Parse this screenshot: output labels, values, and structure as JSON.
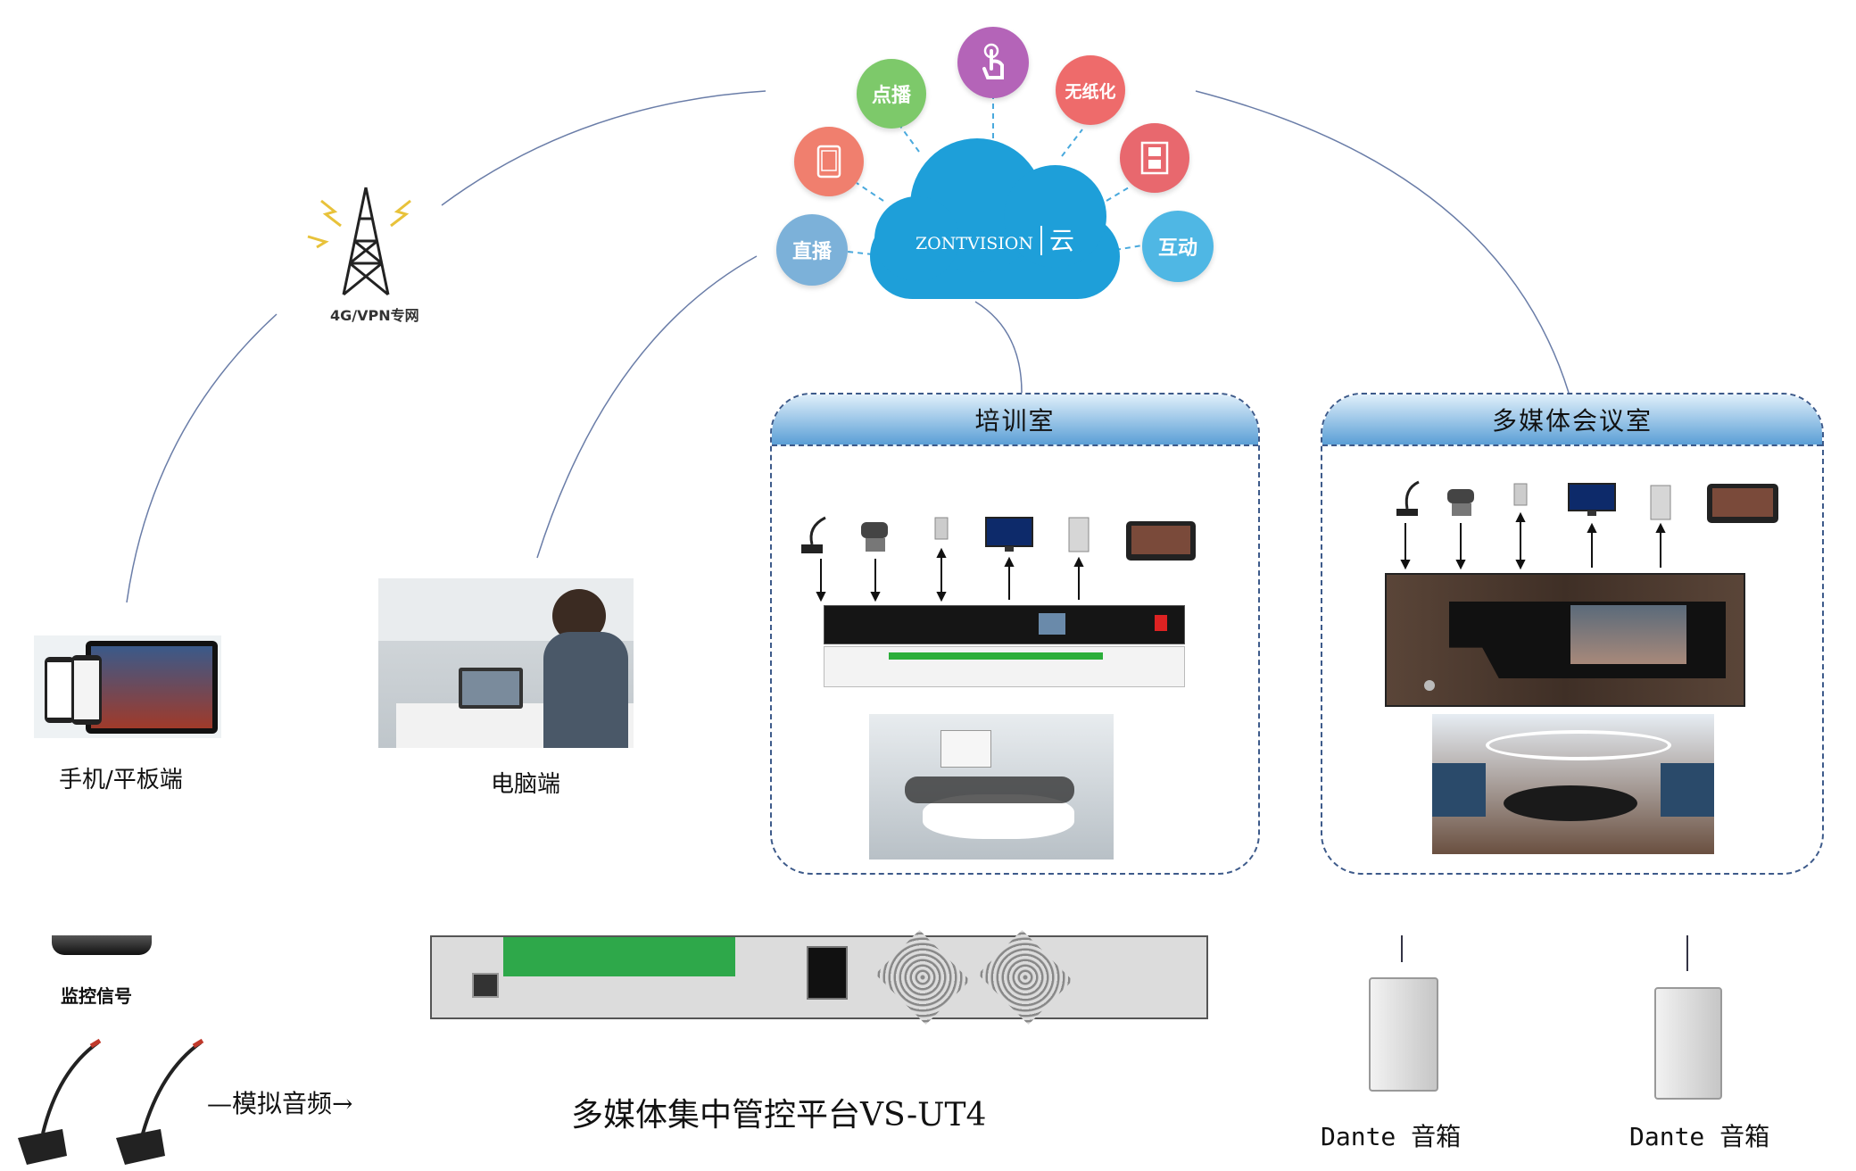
{
  "cloud": {
    "brand": "ZONTVISION",
    "brand_suffix": "云",
    "services": [
      {
        "label": "点播",
        "color": "#7dc96a",
        "icon": null
      },
      {
        "label": "",
        "color": "#b464b8",
        "icon": "touch-hand-icon"
      },
      {
        "label": "无纸化",
        "color": "#ee6b6b",
        "icon": null
      },
      {
        "label": "",
        "color": "#f07f6e",
        "icon": "tablet-icon"
      },
      {
        "label": "",
        "color": "#e8686e",
        "icon": "film-icon"
      },
      {
        "label": "直播",
        "color": "#7cb1d9",
        "icon": null
      },
      {
        "label": "互动",
        "color": "#4fb7e4",
        "icon": null
      }
    ]
  },
  "network": {
    "label": "4G/VPN专网"
  },
  "endpoints": {
    "mobile": {
      "label": "手机/平板端"
    },
    "pc": {
      "label": "电脑端"
    }
  },
  "rooms": [
    {
      "title": "培训室"
    },
    {
      "title": "多媒体会议室"
    }
  ],
  "bottom": {
    "monitor_label": "监控信号",
    "analog_label": "—模拟音频→",
    "platform_label": "多媒体集中管控平台VS-UT4",
    "speaker_left_label": "Dante 音箱",
    "speaker_right_label": "Dante 音箱"
  },
  "colors": {
    "cloud": "#1e9fd9",
    "dashed_border": "#3d5a8a",
    "room_header": "#5b9fd6",
    "link_line": "#6a7da8"
  }
}
